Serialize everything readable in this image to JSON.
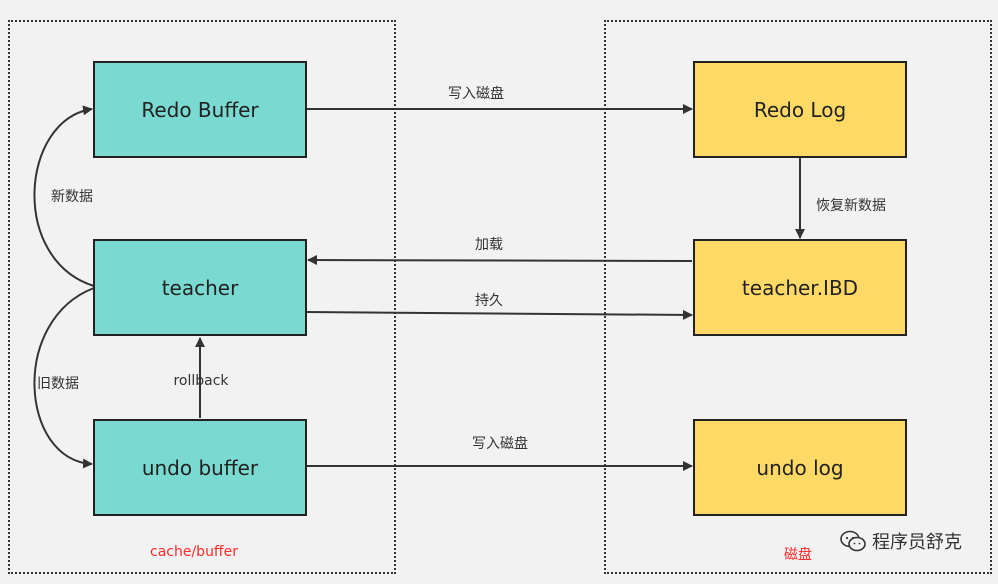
{
  "regions": {
    "left_label": "cache/buffer",
    "right_label": "磁盘"
  },
  "nodes": {
    "redo_buffer": "Redo Buffer",
    "teacher": "teacher",
    "undo_buffer": "undo buffer",
    "redo_log": "Redo Log",
    "teacher_ibd": "teacher.IBD",
    "undo_log": "undo log"
  },
  "edges": {
    "redo_buffer_to_redo_log": "写入磁盘",
    "redo_log_to_teacher_ibd": "恢复新数据",
    "teacher_ibd_to_teacher": "加载",
    "teacher_to_teacher_ibd": "持久",
    "undo_buffer_to_undo_log": "写入磁盘",
    "undo_buffer_to_teacher": "rollback",
    "teacher_to_redo_buffer": "新数据",
    "teacher_to_undo_buffer": "旧数据"
  },
  "watermark": {
    "text": "程序员舒克",
    "icon": "wechat-icon"
  },
  "colors": {
    "buffer_fill": "#7ad9d0",
    "disk_fill": "#ffd966",
    "region_label": "#ff2a2a"
  }
}
